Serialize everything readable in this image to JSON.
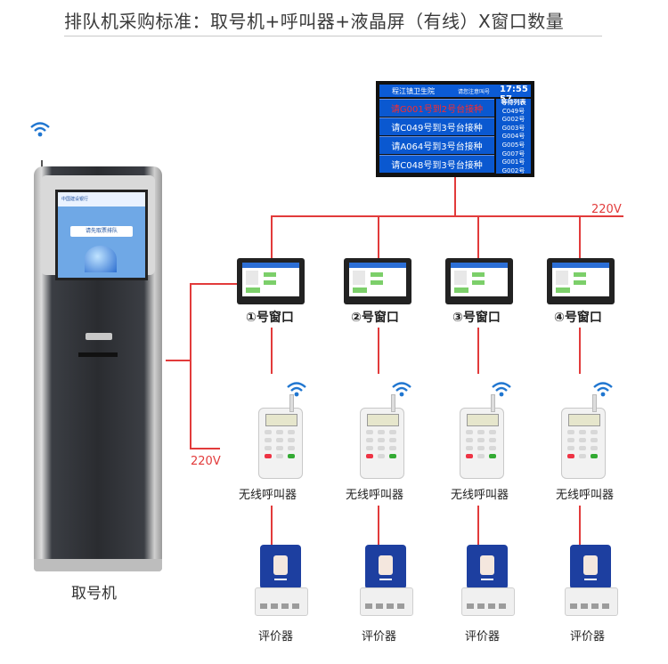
{
  "header": {
    "title": "排队机采购标准：取号机+呼叫器+液晶屏（有线）X窗口数量"
  },
  "display": {
    "hospital": "程江镇卫生院",
    "subtitle": "请您注意叫号",
    "clock": "17:55 57",
    "rows": [
      "请G001号到2号台接种",
      "请C049号到3号台接种",
      "请A064号到3号台接种",
      "请C048号到3号台接种"
    ],
    "waiting_title": "等待列表",
    "waiting": [
      "C049号",
      "G002号",
      "G003号",
      "G004号",
      "G005号",
      "G007号",
      "G001号",
      "G002号"
    ]
  },
  "wiring": {
    "voltage_top": "220V",
    "voltage_left": "220V"
  },
  "kiosk": {
    "bank_name": "中国建设银行",
    "prompt": "请先取票排队",
    "label": "取号机"
  },
  "windows": [
    {
      "label": "①号窗口"
    },
    {
      "label": "②号窗口"
    },
    {
      "label": "③号窗口"
    },
    {
      "label": "④号窗口"
    }
  ],
  "pagers": [
    {
      "label": "无线呼叫器"
    },
    {
      "label": "无线呼叫器"
    },
    {
      "label": "无线呼叫器"
    },
    {
      "label": "无线呼叫器"
    }
  ],
  "evaluators": [
    {
      "label": "评价器"
    },
    {
      "label": "评价器"
    },
    {
      "label": "评价器"
    },
    {
      "label": "评价器"
    }
  ],
  "icons": [
    "wifi-icon"
  ]
}
